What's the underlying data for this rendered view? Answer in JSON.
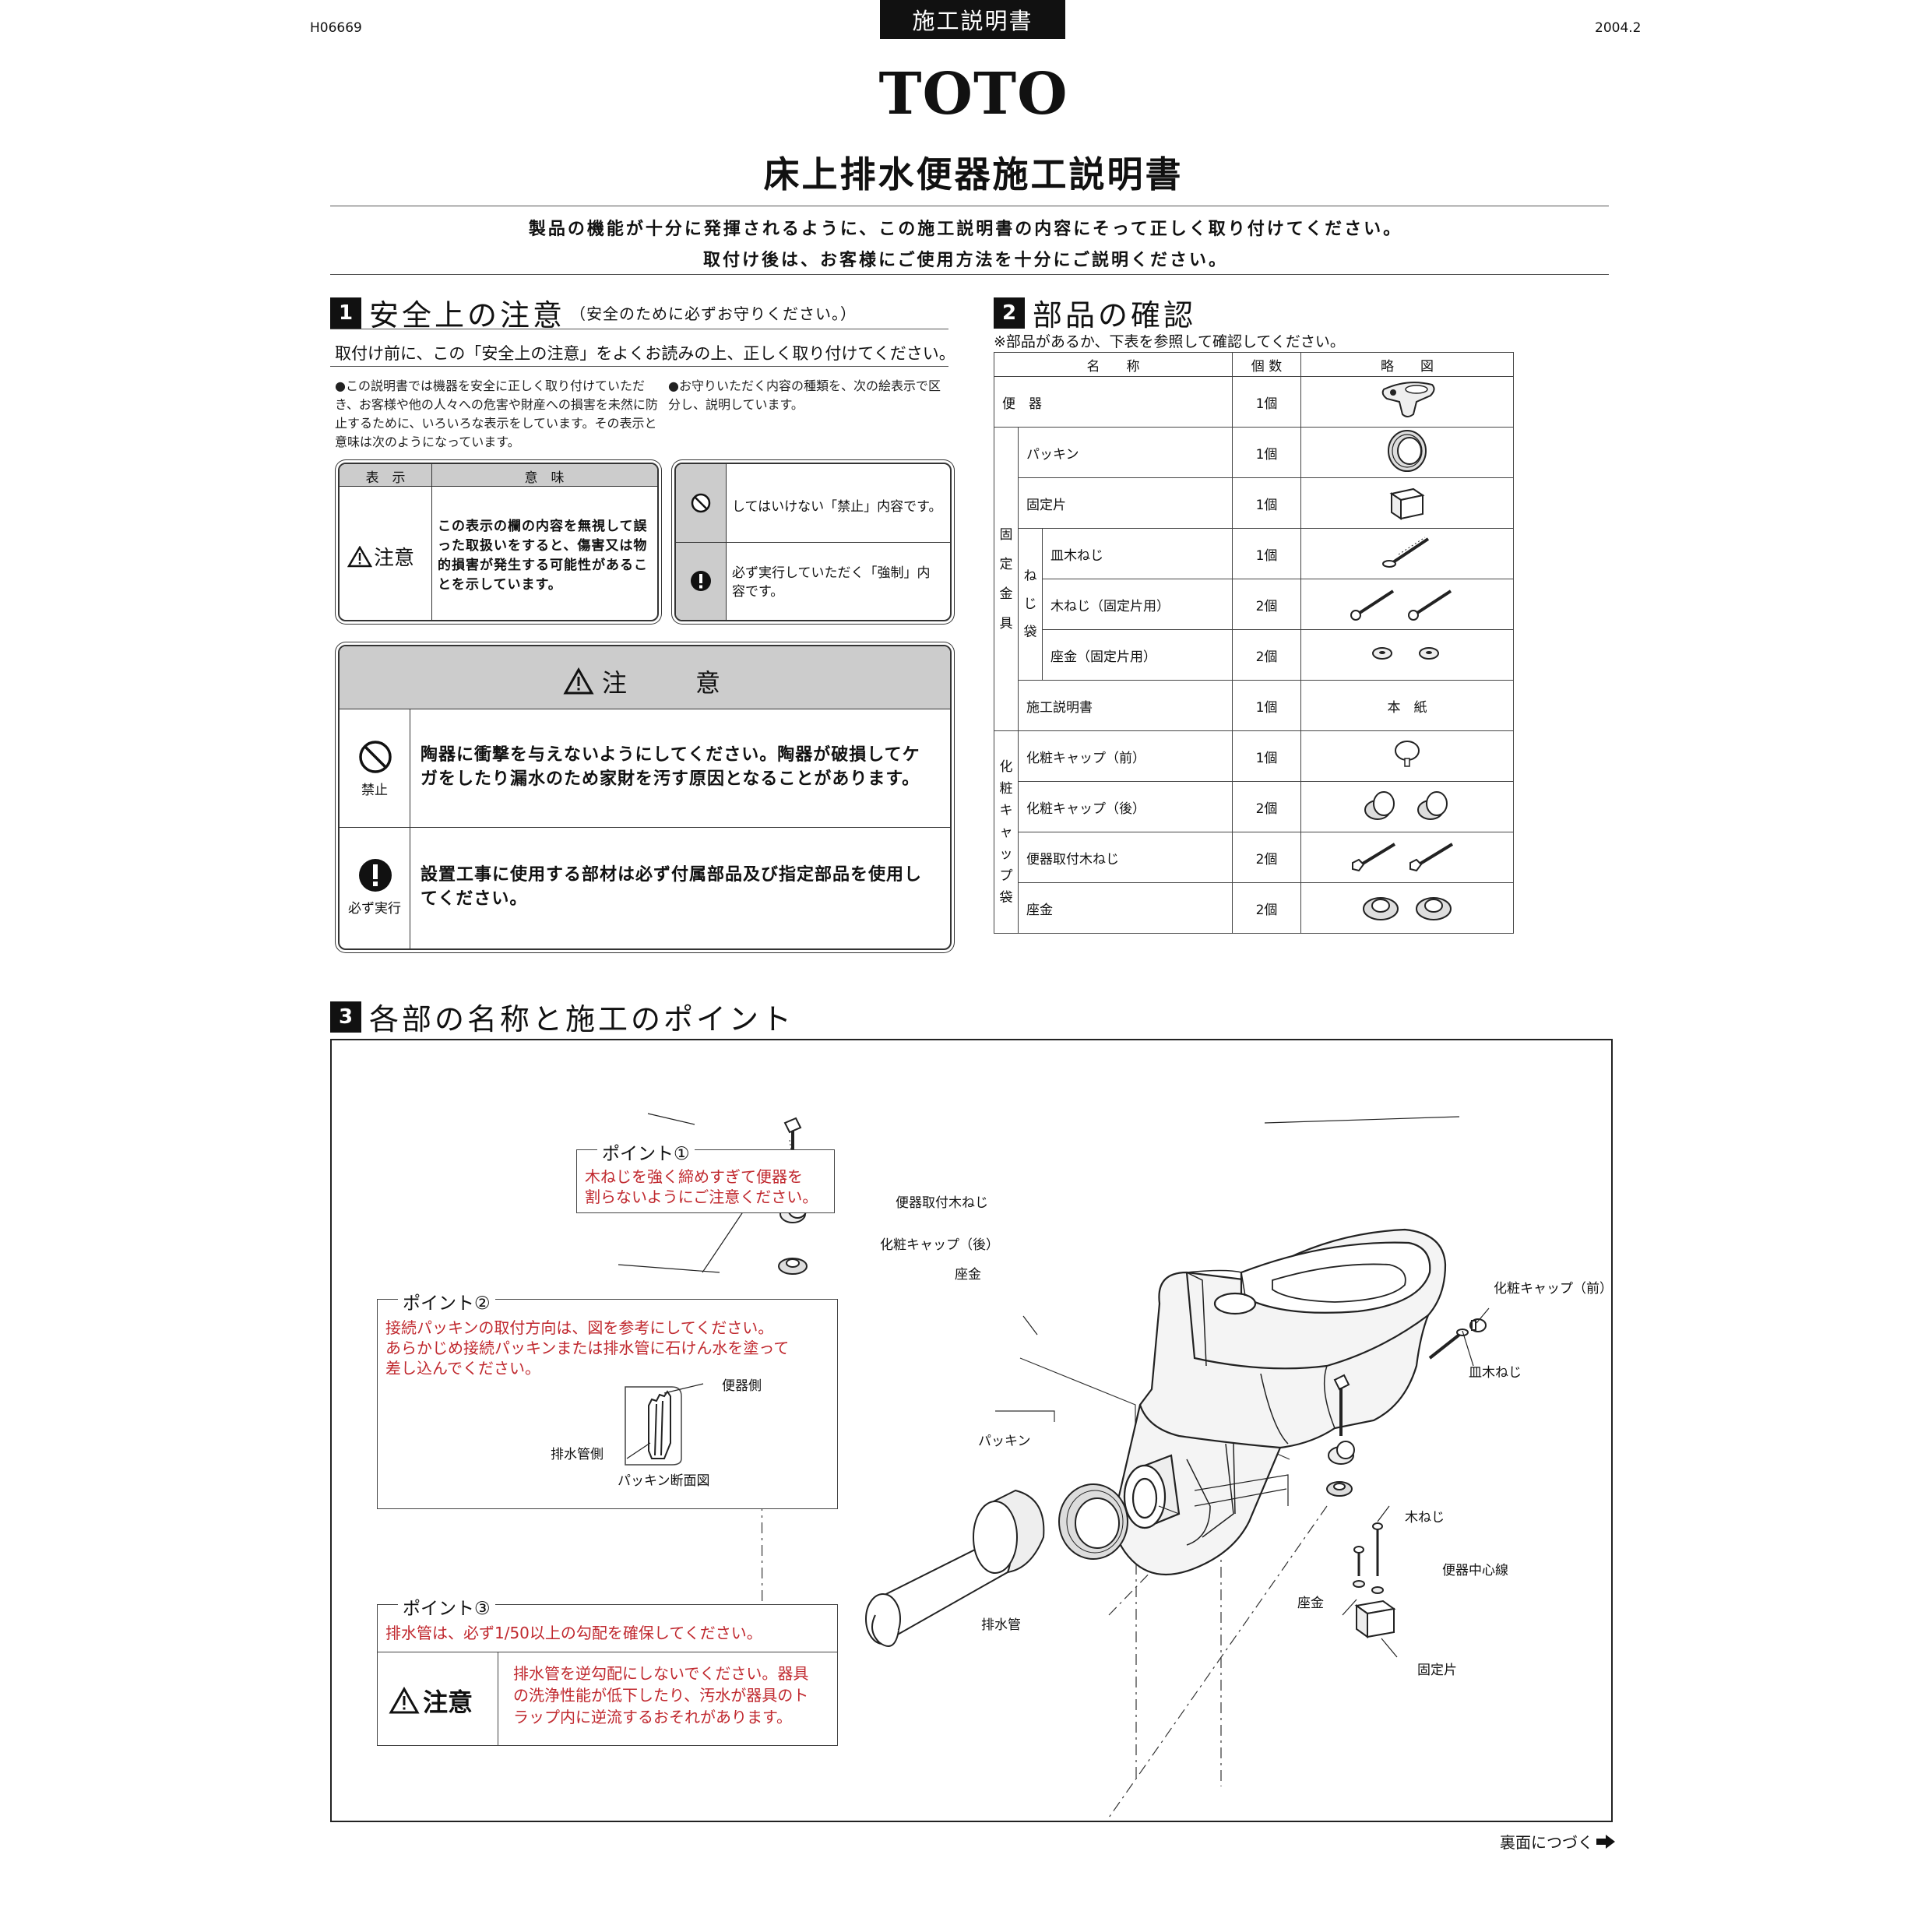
{
  "header": {
    "code": "H06669",
    "doc_type": "施工説明書",
    "date": "2004.2"
  },
  "brand": "TOTO",
  "title": "床上排水便器施工説明書",
  "intro": [
    "製品の機能が十分に発揮されるように、この施工説明書の内容にそって正しく取り付けてください。",
    "取付け後は、お客様にご使用方法を十分にご説明ください。"
  ],
  "section1": {
    "num": "1",
    "title": "安全上の注意",
    "subtitle": "（安全のために必ずお守りください。）",
    "lead": "取付け前に、この「安全上の注意」をよくお読みの上、正しく取り付けてください。",
    "note_left": "●この説明書では機器を安全に正しく取り付けていただき、お客様や他の人々への危害や財産への損害を未然に防止するために、いろいろな表示をしています。その表示と意味は次のようになっています。",
    "note_right": "●お守りいただく内容の種類を、次の絵表示で区分し、説明しています。",
    "legend": {
      "col_display": "表　示",
      "col_meaning": "意　味",
      "label": "注意",
      "meaning": "この表示の欄の内容を無視して誤った取扱いをすると、傷害又は物的損害が発生する可能性があることを示しています。"
    },
    "symbols": [
      {
        "icon": "prohibition-icon",
        "text": "してはいけない「禁止」内容です。"
      },
      {
        "icon": "mandatory-icon",
        "text": "必ず実行していただく「強制」内容です。"
      }
    ],
    "caution": {
      "title": "注　　意",
      "items": [
        {
          "icon": "prohibition-icon",
          "label": "禁止",
          "text": "陶器に衝撃を与えないようにしてください。陶器が破損してケガをしたり漏水のため家財を汚す原因となることがあります。"
        },
        {
          "icon": "mandatory-icon",
          "label": "必ず実行",
          "text": "設置工事に使用する部材は必ず付属部品及び指定部品を使用してください。"
        }
      ]
    }
  },
  "section2": {
    "num": "2",
    "title": "部品の確認",
    "note": "※部品があるか、下表を参照して確認してください。",
    "headers": {
      "name": "名　　称",
      "qty": "個 数",
      "drawing": "略　　図"
    },
    "group_kotei": "固定金具",
    "group_neji": "ねじ袋",
    "group_cap": "化粧キャップ袋",
    "rows": [
      {
        "name": "便　器",
        "qty": "1個",
        "drawing": "toilet-icon"
      },
      {
        "name": "パッキン",
        "qty": "1個",
        "drawing": "packing-icon"
      },
      {
        "name": "固定片",
        "qty": "1個",
        "drawing": "block-icon"
      },
      {
        "name": "皿木ねじ",
        "qty": "1個",
        "drawing": "screw-icon"
      },
      {
        "name": "木ねじ（固定片用）",
        "qty": "2個",
        "drawing": "screw-icon"
      },
      {
        "name": "座金（固定片用）",
        "qty": "2個",
        "drawing": "washer-icon"
      },
      {
        "name": "施工説明書",
        "qty": "1個",
        "drawing_text": "本　紙"
      },
      {
        "name": "化粧キャップ（前）",
        "qty": "1個",
        "drawing": "cap-icon"
      },
      {
        "name": "化粧キャップ（後）",
        "qty": "2個",
        "drawing": "cap-icon"
      },
      {
        "name": "便器取付木ねじ",
        "qty": "2個",
        "drawing": "screw-icon"
      },
      {
        "name": "座金",
        "qty": "2個",
        "drawing": "washer-icon"
      }
    ]
  },
  "section3": {
    "num": "3",
    "title": "各部の名称と施工のポイント",
    "point1": {
      "title": "ポイント①",
      "text1": "木ねじを強く締めすぎて便器を",
      "text2": "割らないようにご注意ください。"
    },
    "point2": {
      "title": "ポイント②",
      "text1": "接続パッキンの取付方向は、図を参考にしてください。",
      "text2": "あらかじめ接続パッキンまたは排水管に石けん水を塗って",
      "text3": "差し込んでください。",
      "fig_toilet_side": "便器側",
      "fig_drain_side": "排水管側",
      "fig_caption": "パッキン断面図"
    },
    "point3": {
      "title": "ポイント③",
      "text": "排水管は、必ず1/50以上の勾配を確保してください。",
      "caution_label": "注意",
      "caution_text1": "排水管を逆勾配にしないでください。器具",
      "caution_text2": "の洗浄性能が低下したり、汚水が器具のト",
      "caution_text3": "ラップ内に逆流するおそれがあります。"
    },
    "labels": {
      "mount_screw": "便器取付木ねじ",
      "cap_rear": "化粧キャップ（後）",
      "washer": "座金",
      "cap_front": "化粧キャップ（前）",
      "flat_screw": "皿木ねじ",
      "packing": "パッキン",
      "wood_screw": "木ねじ",
      "center_line": "便器中心線",
      "washer2": "座金",
      "drain_pipe": "排水管",
      "fixing_block": "固定片"
    }
  },
  "footer": {
    "continue": "裏面につづく"
  }
}
